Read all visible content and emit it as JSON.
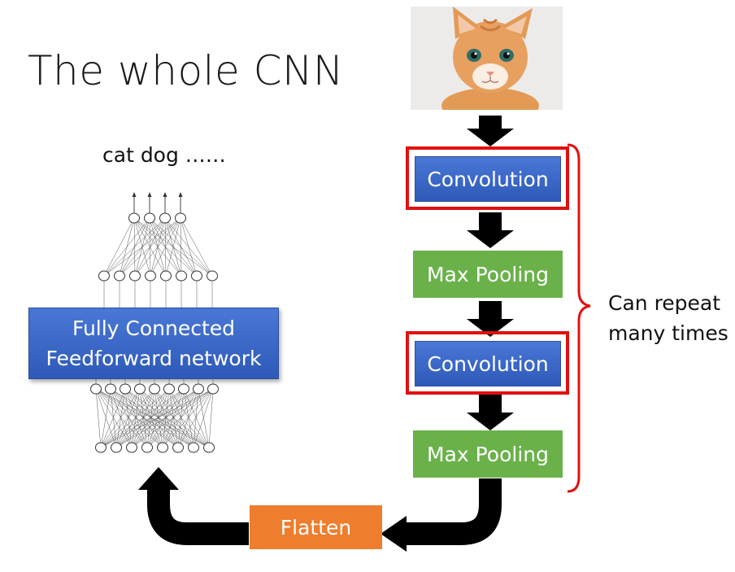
{
  "slide": {
    "title": "The whole CNN",
    "outputs_label": "cat dog ……"
  },
  "pipeline": {
    "conv1_label": "Convolution",
    "pool1_label": "Max Pooling",
    "conv2_label": "Convolution",
    "pool2_label": "Max Pooling",
    "flatten_label": "Flatten"
  },
  "fc": {
    "line1": "Fully Connected",
    "line2": "Feedforward network"
  },
  "bracket": {
    "line1": "Can repeat",
    "line2": "many times"
  },
  "colors": {
    "conv_blue": "#2e59b8",
    "pool_green": "#6ab14a",
    "flatten_orange": "#ee7d2d",
    "highlight_red": "#e01010",
    "arrow_black": "#000000"
  }
}
